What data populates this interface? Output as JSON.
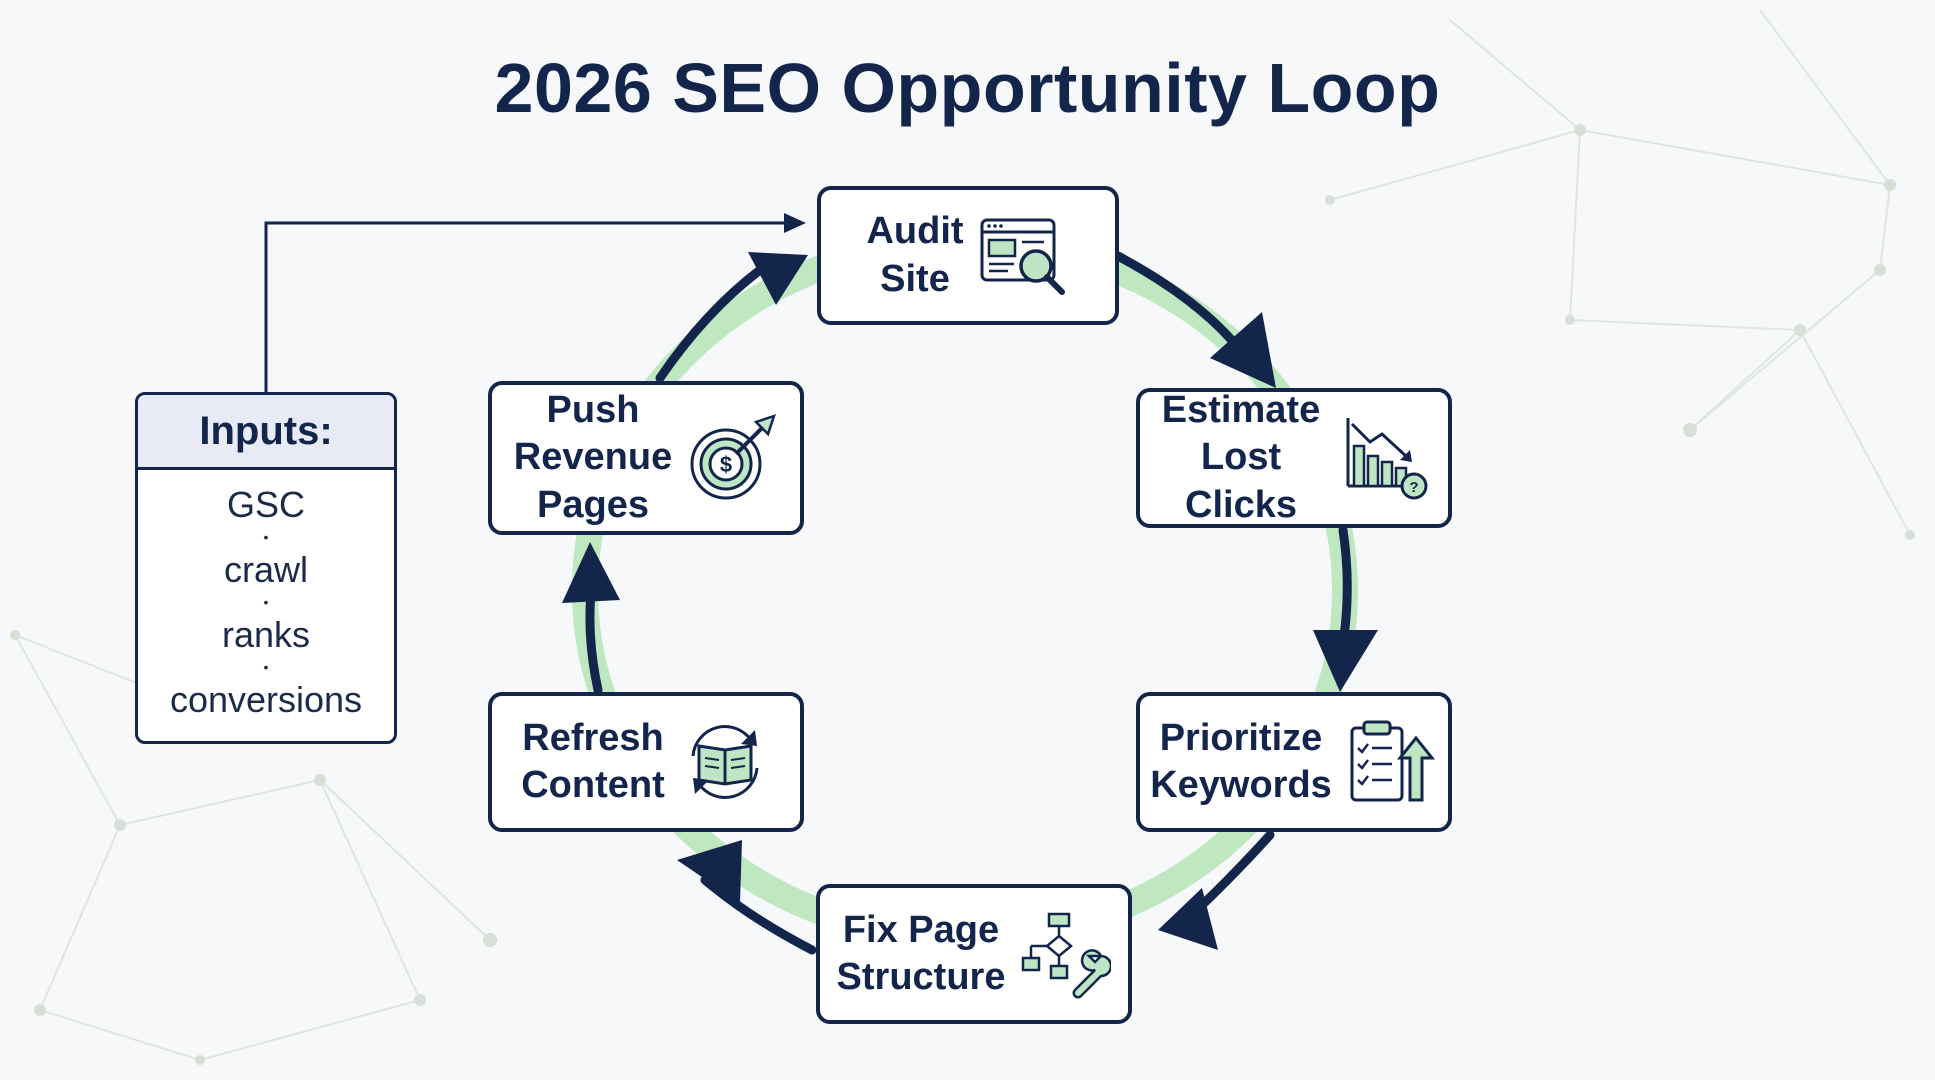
{
  "title": "2026 SEO Opportunity Loop",
  "inputs": {
    "heading": "Inputs:",
    "items": [
      "GSC",
      "crawl",
      "ranks",
      "conversions"
    ]
  },
  "steps": [
    {
      "lines": [
        "Audit",
        "Site"
      ],
      "icon": "audit-magnifier-icon"
    },
    {
      "lines": [
        "Estimate",
        "Lost Clicks"
      ],
      "icon": "declining-bar-chart-icon"
    },
    {
      "lines": [
        "Prioritize",
        "Keywords"
      ],
      "icon": "checklist-clipboard-icon"
    },
    {
      "lines": [
        "Fix Page",
        "Structure"
      ],
      "icon": "sitemap-wrench-icon"
    },
    {
      "lines": [
        "Refresh",
        "Content"
      ],
      "icon": "book-refresh-icon"
    },
    {
      "lines": [
        "Push",
        "Revenue",
        "Pages"
      ],
      "icon": "dollar-target-icon"
    }
  ],
  "colors": {
    "navy": "#13254b",
    "green_ring": "#bfe8c0",
    "icon_fill": "#bfe6c4",
    "background": "#f6f8fa"
  }
}
